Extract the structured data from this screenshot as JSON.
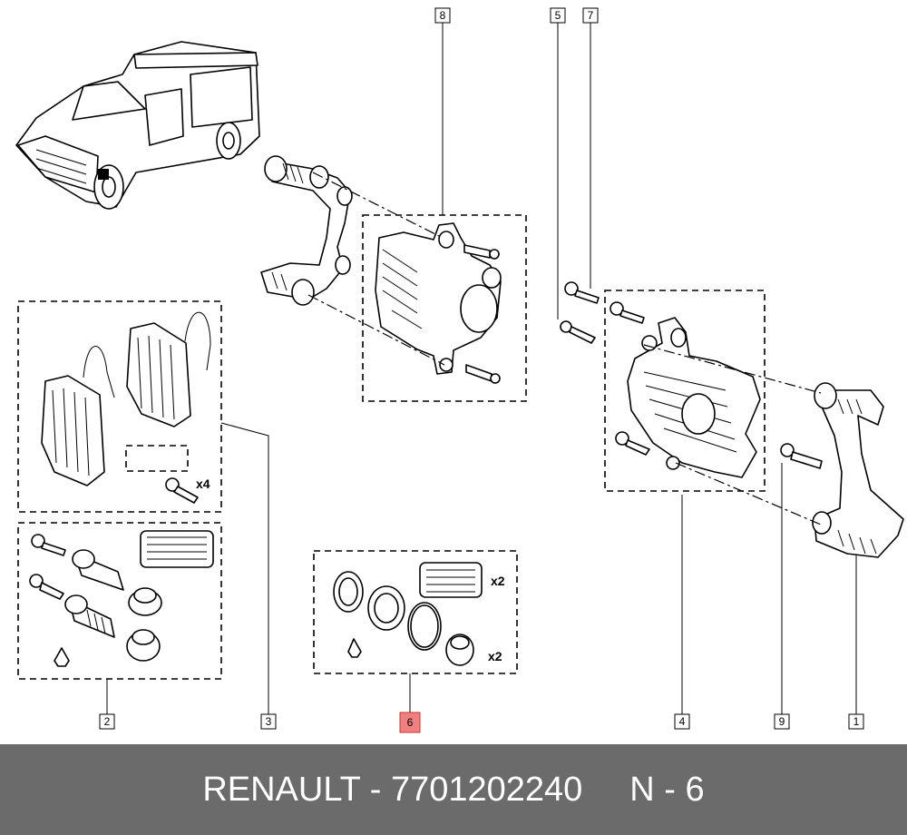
{
  "footer": {
    "brand_part": "RENAULT - 7701202240",
    "ref": "N - 6"
  },
  "callouts": {
    "c1": "1",
    "c2": "2",
    "c3": "3",
    "c4": "4",
    "c5": "5",
    "c6": "6",
    "c7": "7",
    "c8": "8",
    "c9": "9"
  },
  "quantities": {
    "pads_bolts": "x4",
    "kit_grease": "x2",
    "kit_boot": "x2"
  },
  "colors": {
    "highlight": "#f08080",
    "footer_bg": "#6b6b6b"
  }
}
